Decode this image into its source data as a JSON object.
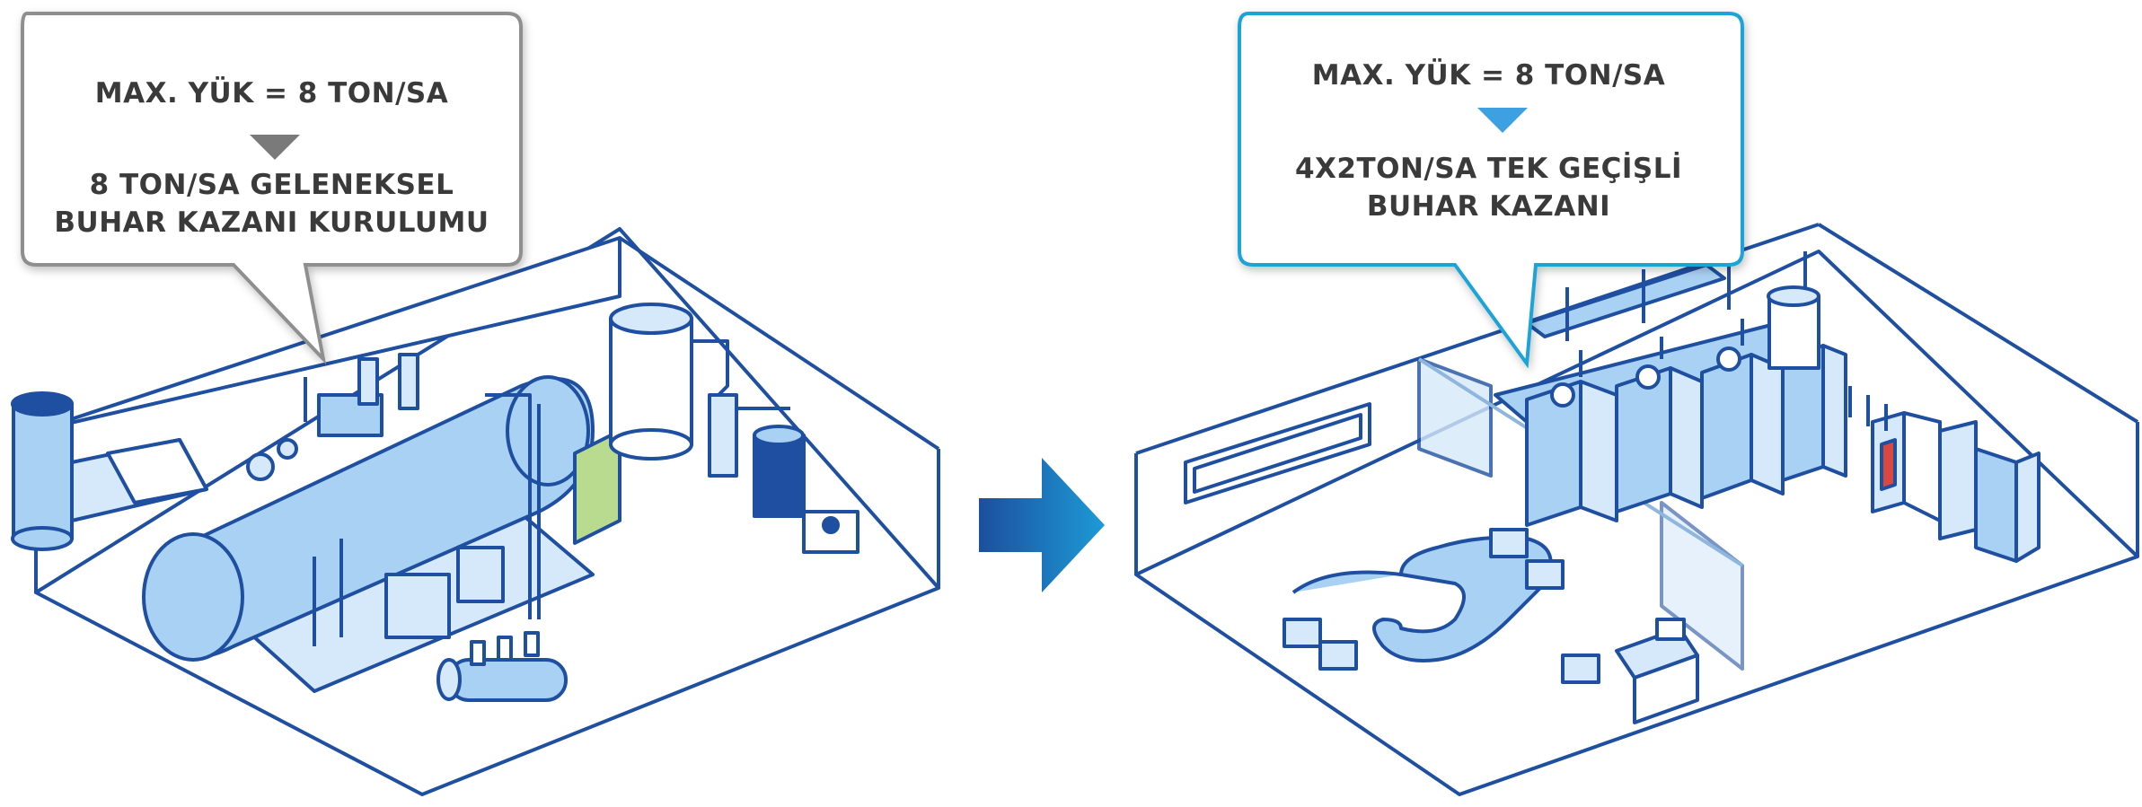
{
  "left_panel": {
    "callout": {
      "max_load": "MAX. YÜK = 8 TON/SA",
      "description_line1": "8 TON/SA GELENEKSEL",
      "description_line2": "BUHAR KAZANI KURULUMU"
    }
  },
  "right_panel": {
    "callout": {
      "max_load": "MAX. YÜK = 8 TON/SA",
      "description_line1": "4X2TON/SA TEK GEÇİŞLİ",
      "description_line2": "BUHAR KAZANI"
    }
  },
  "colors": {
    "outline": "#1f4fa0",
    "light_blue": "#a9d1f3",
    "pale_blue": "#d6e9fa",
    "callout_left_border": "#8f8f8f",
    "callout_right_border": "#1ea4d8",
    "arrow_gray": "#7a7a7a",
    "arrow_blue": "#3da0e0",
    "accent_green": "#b9db8f",
    "accent_red": "#d9473f"
  },
  "icons": {
    "transition": "right-arrow-icon"
  }
}
